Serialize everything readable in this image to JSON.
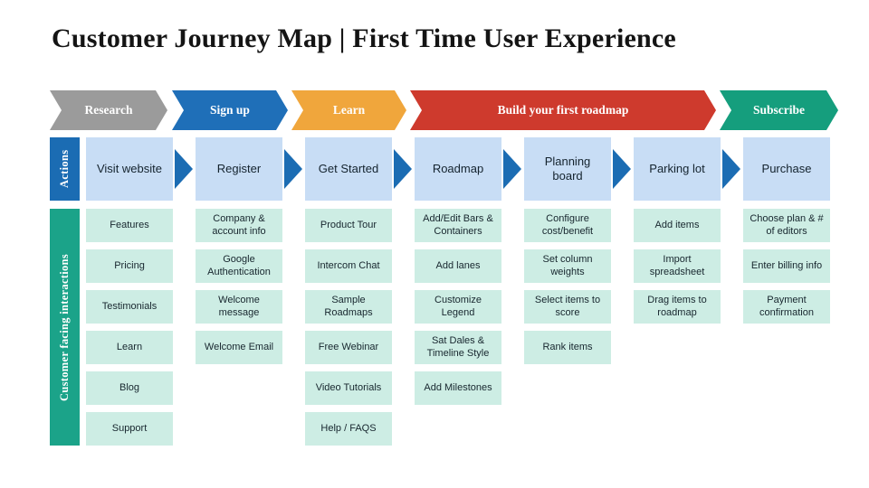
{
  "title": "Customer Journey Map | First Time User Experience",
  "colors": {
    "research": "#9B9B9B",
    "signup": "#1F6FB8",
    "learn": "#F0A63C",
    "build": "#CE3A2D",
    "subscribe": "#159E7D",
    "interactions_bar": "#1BA389",
    "arrow": "#1B6CB3",
    "action_box": "#C8DDF5",
    "interaction_box": "#CDEDE4"
  },
  "phases": [
    {
      "label": "Research"
    },
    {
      "label": "Sign up"
    },
    {
      "label": "Learn"
    },
    {
      "label": "Build your first roadmap"
    },
    {
      "label": "Subscribe"
    }
  ],
  "row_labels": {
    "actions": "Actions",
    "interactions": "Customer facing interactions"
  },
  "columns": [
    {
      "action": "Visit website",
      "items": [
        "Features",
        "Pricing",
        "Testimonials",
        "Learn",
        "Blog",
        "Support"
      ]
    },
    {
      "action": "Register",
      "items": [
        "Company & account info",
        "Google Authentication",
        "Welcome message",
        "Welcome Email"
      ]
    },
    {
      "action": "Get Started",
      "items": [
        "Product Tour",
        "Intercom Chat",
        "Sample Roadmaps",
        "Free Webinar",
        "Video Tutorials",
        "Help / FAQS"
      ]
    },
    {
      "action": "Roadmap",
      "items": [
        "Add/Edit Bars & Containers",
        "Add lanes",
        "Customize Legend",
        "Sat Dales & Timeline Style",
        "Add Milestones"
      ]
    },
    {
      "action": "Planning board",
      "items": [
        "Configure cost/benefit",
        "Set column weights",
        "Select items to score",
        "Rank items"
      ]
    },
    {
      "action": "Parking lot",
      "items": [
        "Add items",
        "Import spreadsheet",
        "Drag items to roadmap"
      ]
    },
    {
      "action": "Purchase",
      "items": [
        "Choose plan & # of editors",
        "Enter billing info",
        "Payment confirmation"
      ]
    }
  ]
}
